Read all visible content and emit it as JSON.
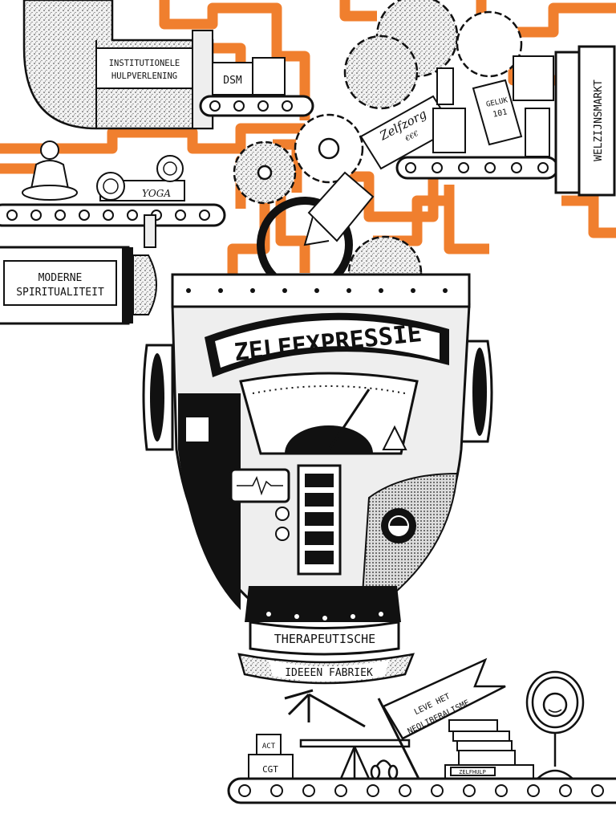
{
  "colors": {
    "pipe": "#f07f2e",
    "ink": "#111111",
    "metal": "#e6e6e6",
    "paper": "#ffffff"
  },
  "labels": {
    "institutional": [
      "INSTITUTIONELE",
      "HULPVERLENING"
    ],
    "dsm": "DSM",
    "yoga": "YOGA",
    "spirituality": [
      "MODERNE",
      "SPIRITUALITEIT"
    ],
    "welfare_market": "WELZIJNSMARKT",
    "selfcare": "Zelfzorg",
    "selfcare_price": "€€€",
    "happiness": [
      "GELUK",
      "101"
    ],
    "head_banner": "ZELFEXPRESSIE",
    "factory_top": "THERAPEUTISCHE",
    "factory_bottom": "IDEEEN FABRIEK",
    "flag": [
      "LEVE HET",
      "NEOLIBERALISME"
    ],
    "act": "ACT",
    "cgt": "CGT",
    "selfhelp": "ZELFHULP"
  },
  "icons": [
    "buddha-icon",
    "yoga-mat-icon",
    "gear-icon",
    "book-icon",
    "meter-gauge-icon",
    "high-voltage-icon",
    "heartbeat-monitor-icon",
    "headphones-icon",
    "tripod-icon",
    "mirror-icon"
  ]
}
